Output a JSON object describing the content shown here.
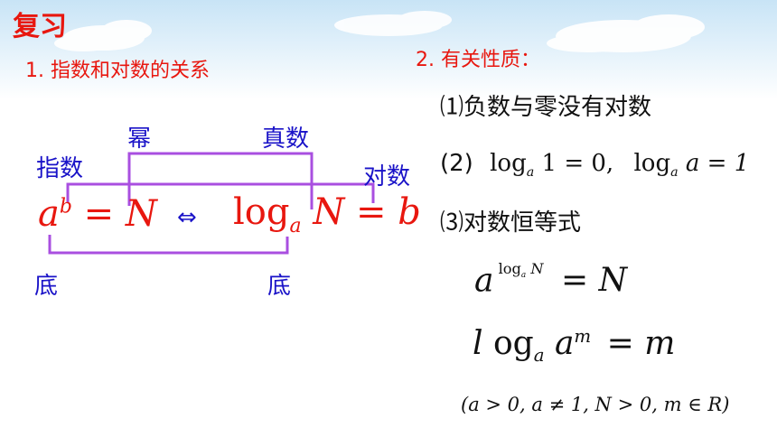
{
  "title": "复习",
  "section1": "1. 指数和对数的关系",
  "section2": "2. 有关性质：",
  "diagram": {
    "exponent_label": "指数",
    "power_label": "幂",
    "true_number_label": "真数",
    "log_label": "对数",
    "base_label_left": "底",
    "base_label_right": "底",
    "equiv_symbol": "⇔",
    "exp_base": "a",
    "exp_exponent": "b",
    "exp_rhs": "= N",
    "log_word": "log",
    "log_sub": "a",
    "log_rhs": "N = b"
  },
  "properties": {
    "p1": "⑴负数与零没有对数",
    "p2_label": "(2)",
    "p2_eq1_rest": "1 = 0,",
    "p2_eq2_rest": "a = 1",
    "p3": "⑶对数恒等式",
    "identity1_base": "a",
    "identity1_exp_log": "log",
    "identity1_exp_sub": "a",
    "identity1_exp_N": "N",
    "identity1_rhs": "= N",
    "identity2_l": "l",
    "identity2_og": "og",
    "identity2_sub": "a",
    "identity2_a": "a",
    "identity2_m": "m",
    "identity2_rhs": "= m",
    "condition": "(a > 0, a ≠ 1, N > 0, m ∈ R)"
  },
  "colors": {
    "red": "#e8170f",
    "blue": "#1a13c8",
    "purple": "#a94fe0",
    "sky": "#d7ecf8"
  }
}
